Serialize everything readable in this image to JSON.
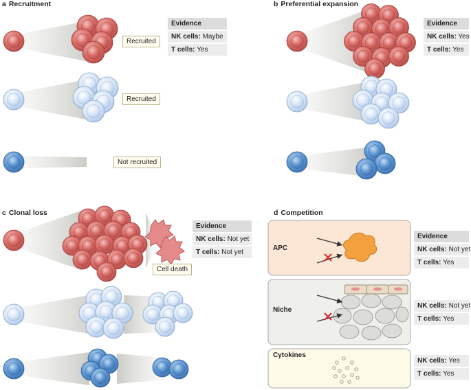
{
  "panels": {
    "a": {
      "letter": "a",
      "title": "Recruitment"
    },
    "b": {
      "letter": "b",
      "title": "Preferential expansion"
    },
    "c": {
      "letter": "c",
      "title": "Clonal loss"
    },
    "d": {
      "letter": "d",
      "title": "Competition"
    }
  },
  "boxes": {
    "recruited_1": "Recruited",
    "recruited_2": "Recruited",
    "not_recruited": "Not recruited",
    "cell_death": "Cell death"
  },
  "evidence": {
    "a": {
      "header": "Evidence",
      "nk_label": "NK cells:",
      "nk_value": "Maybe",
      "t_label": "T cells:",
      "t_value": "Yes"
    },
    "b": {
      "header": "Evidence",
      "nk_label": "NK cells:",
      "nk_value": "Yes",
      "t_label": "T cells:",
      "t_value": "Yes"
    },
    "c": {
      "header": "Evidence",
      "nk_label": "NK cells:",
      "nk_value": "Not yet",
      "t_label": "T cells:",
      "t_value": "Not yet"
    },
    "d_apc": {
      "header": "Evidence",
      "nk_label": "NK cells:",
      "nk_value": "Not yet",
      "t_label": "T cells:",
      "t_value": "Yes"
    },
    "d_niche": {
      "nk_label": "NK cells:",
      "nk_value": "Not yet",
      "t_label": "T cells:",
      "t_value": "Yes"
    },
    "d_cytokines": {
      "nk_label": "NK cells:",
      "nk_value": "Yes",
      "t_label": "T cells:",
      "t_value": "Yes"
    }
  },
  "competition_rows": {
    "apc": "APC",
    "niche": "Niche",
    "cytokines": "Cytokines"
  },
  "colors": {
    "red_cell": "#d46a6a",
    "light_blue_cell": "#cfe0f5",
    "blue_cell": "#5b95d0",
    "apc_panel": "#fce6d6",
    "niche_panel": "#efefec",
    "cytokine_panel": "#fdfbe8",
    "apc_cell": "#f2a13e"
  }
}
